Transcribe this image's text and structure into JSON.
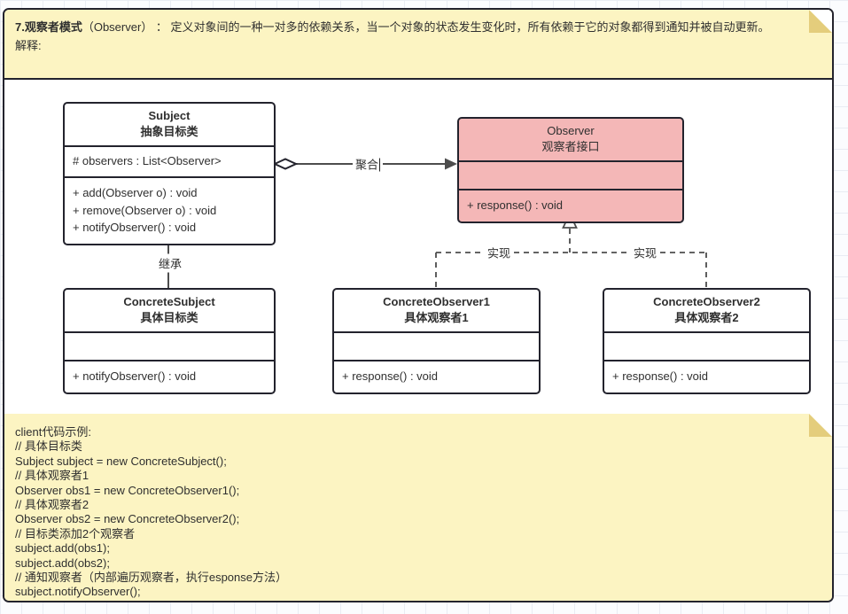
{
  "top_note": {
    "title_bold": "7.观察者模式",
    "title_rest": "（Observer） ： 定义对象间的一种一对多的依赖关系，当一个对象的状态发生变化时，所有依赖于它的对象都得到通知并被自动更新。",
    "line2": "解释:"
  },
  "diagram": {
    "classes": {
      "subject": {
        "name": "Subject",
        "name_cn": "抽象目标类",
        "attributes": [
          "# observers : List<Observer>"
        ],
        "methods": [
          "+ add(Observer o) : void",
          "+ remove(Observer o) : void",
          "+ notifyObserver() : void"
        ]
      },
      "observer": {
        "name": "Observer",
        "name_cn": "观察者接口",
        "attributes": [],
        "methods": [
          "+ response() : void"
        ]
      },
      "concrete_subject": {
        "name": "ConcreteSubject",
        "name_cn": "具体目标类",
        "attributes": [],
        "methods": [
          "+ notifyObserver() : void"
        ]
      },
      "concrete_observer1": {
        "name": "ConcreteObserver1",
        "name_cn": "具体观察者1",
        "attributes": [],
        "methods": [
          "+ response() : void"
        ]
      },
      "concrete_observer2": {
        "name": "ConcreteObserver2",
        "name_cn": "具体观察者2",
        "attributes": [],
        "methods": [
          "+ response() : void"
        ]
      }
    },
    "relations": {
      "aggregation_label": "聚合",
      "inheritance_label": "继承",
      "realization_label_1": "实现",
      "realization_label_2": "实现"
    }
  },
  "bottom_note": {
    "lines": [
      "client代码示例:",
      "// 具体目标类",
      "Subject subject = new ConcreteSubject();",
      "// 具体观察者1",
      "Observer obs1 = new ConcreteObserver1();",
      "// 具体观察者2",
      "Observer obs2 = new ConcreteObserver2();",
      "// 目标类添加2个观察者",
      "subject.add(obs1);",
      "subject.add(obs2);",
      "// 通知观察者（内部遍历观察者，执行esponse方法）",
      "subject.notifyObserver();"
    ]
  },
  "colors": {
    "note_fill": "#fcf4c2",
    "note_fold": "#e4cd7c",
    "observer_fill": "#f4b7b7",
    "border_dark": "#23232d",
    "line_gray": "#4d4d4d",
    "grid_line": "#e9ecf3"
  }
}
